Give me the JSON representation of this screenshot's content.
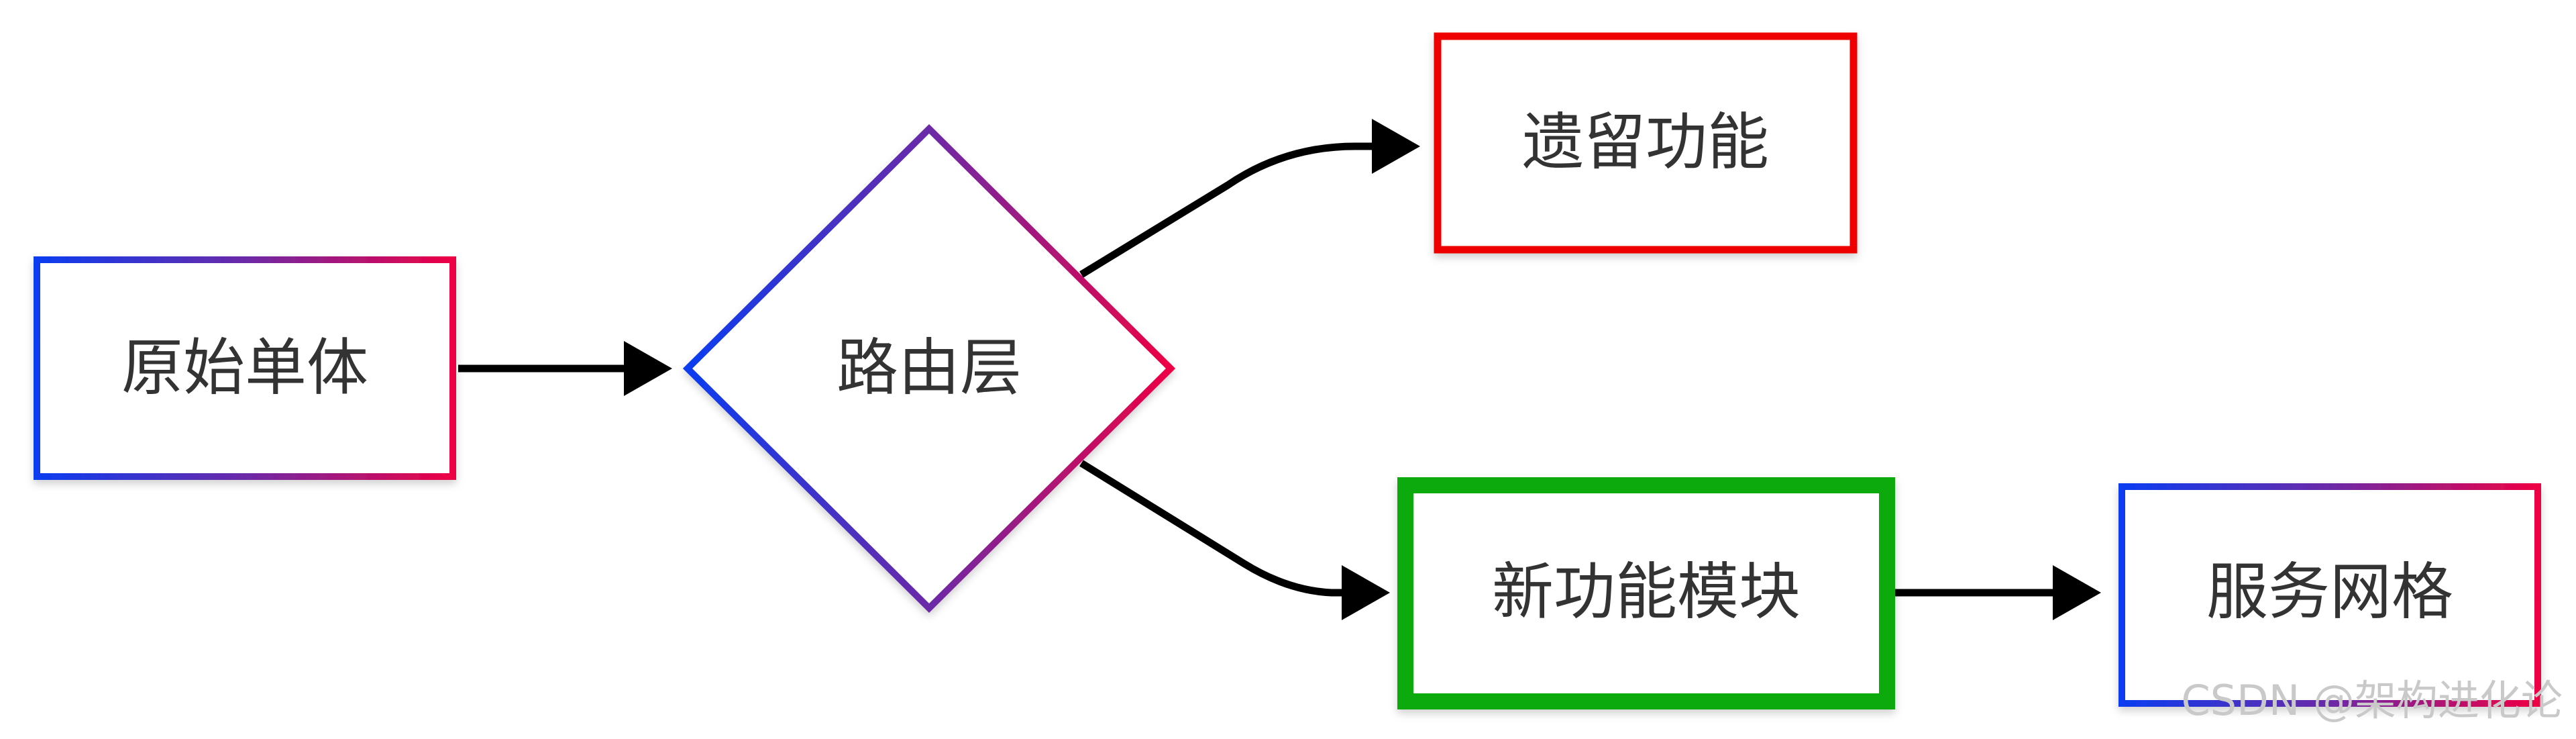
{
  "nodes": {
    "monolith": {
      "label": "原始单体"
    },
    "router": {
      "label": "路由层"
    },
    "legacy": {
      "label": "遗留功能",
      "border_color": "#ee0000"
    },
    "new_module": {
      "label": "新功能模块",
      "border_color": "#0aaa0a"
    },
    "service_mesh": {
      "label": "服务网格"
    }
  },
  "colors": {
    "gradient_start": "#0b3cf0",
    "gradient_mid": "#6b2aa8",
    "gradient_end": "#ee0044",
    "arrow": "#000000",
    "text": "#333333"
  },
  "watermark": "CSDN @架构进化论"
}
